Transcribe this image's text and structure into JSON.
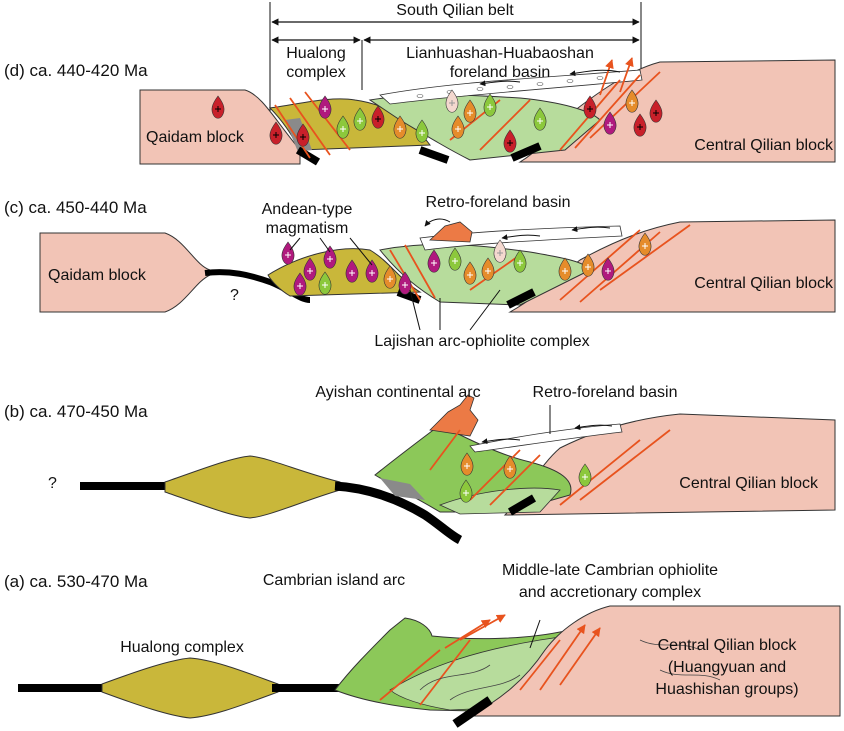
{
  "panels": {
    "d": {
      "stage": "(d) ca. 440-420 Ma",
      "belt": "South Qilian belt",
      "complex_line1": "Hualong",
      "complex_line2": "complex",
      "basin_line1": "Lianhuashan-Huabaoshan",
      "basin_line2": "foreland basin",
      "left_block": "Qaidam block",
      "right_block": "Central Qilian block"
    },
    "c": {
      "stage": "(c) ca. 450-440 Ma",
      "magmatism_line1": "Andean-type",
      "magmatism_line2": "magmatism",
      "basin": "Retro-foreland basin",
      "left_block": "Qaidam block",
      "question": "?",
      "right_block": "Central Qilian block",
      "complex": "Lajishan arc-ophiolite complex"
    },
    "b": {
      "stage": "(b) ca. 470-450 Ma",
      "arc": "Ayishan continental arc",
      "basin": "Retro-foreland basin",
      "question": "?",
      "right_block": "Central Qilian block"
    },
    "a": {
      "stage": "(a) ca. 530-470 Ma",
      "arc": "Cambrian island arc",
      "ophiolite_line1": "Middle-late Cambrian ophiolite",
      "ophiolite_line2": "and accretionary complex",
      "complex": "Hualong complex",
      "right_block_line1": "Central Qilian block",
      "right_block_line2": "(Huangyuan and",
      "right_block_line3": "Huashishan groups)"
    }
  },
  "colors": {
    "block": "#f2c4b6",
    "complex": "#c9b73a",
    "arc": "#8cc859",
    "accretion": "#b7dc9c",
    "fault": "#e8531e",
    "slab": "#000000",
    "pluton_red": "#c8202a",
    "pluton_magenta": "#b0197e",
    "pluton_orange": "#e58c2b",
    "pluton_green": "#8cc83c",
    "pluton_pale": "#f4d8cf",
    "volcano": "#ec7a45"
  }
}
